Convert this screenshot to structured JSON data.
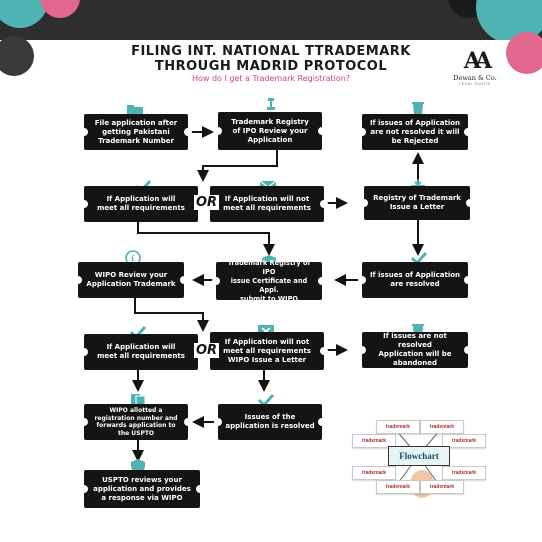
{
  "header": {
    "title_line1": "FILING INT. NATIONAL TTRADEMARK",
    "title_line2": "THROUGH MADRID PROTOCOL",
    "subtitle": "How do I get a Trademark Registration?"
  },
  "logo": {
    "mark": "AA",
    "name": "Dewan & Co.",
    "tagline": "LEGAL RIGHTS"
  },
  "colors": {
    "box": "#141414",
    "accent": "#4fb3b3",
    "subtitle": "#c8486e",
    "bar": "#2e2e2e"
  },
  "flow": {
    "file_application": "File application after\ngetting Pakistani\nTrademark Number",
    "ipo_review": "Trademark Registry\nof IPO  Review your\nApplication",
    "issues_rejected": "If issues of Application\nare not resolved it will\nbe Rejected",
    "meet_requirements_1": "If Application will\nmeet all requirements",
    "not_meet_requirements_1": "If Application will not\nmeet all requirements",
    "issue_letter": "Registry of Trademark\nIssue a Letter",
    "wipo_review": "WIPO Review your\nApplication Trademark",
    "ipo_certificate": "Trademark Registry of IPO\nissue Certificate and Appl.\nsubmit to WIPO",
    "issues_resolved_1": "If issues of Application\nare resolved",
    "meet_requirements_2": "If Application will\nmeet all requirements",
    "not_meet_wipo_letter": "If Application will not\nmeet all requirements\nWIPO Issue a Letter",
    "issues_abandoned": "If issues are not resolved\nApplication will be\nabandoned",
    "wipo_allotted": "WIPO allotted a\nregistration number and\nforwards application to\nthe USPTO",
    "issues_resolved_2": "Issues of the\napplication is resolved",
    "uspto_review": "USPTO reviews your\napplication and provides\na response via WIPO",
    "or_1": "OR",
    "or_2": "OR"
  },
  "illustration": {
    "center": "Flowchart",
    "tags": [
      "trademark",
      "trademark",
      "trademark",
      "trademark",
      "trademark",
      "trademark",
      "trademark",
      "trademark"
    ]
  }
}
